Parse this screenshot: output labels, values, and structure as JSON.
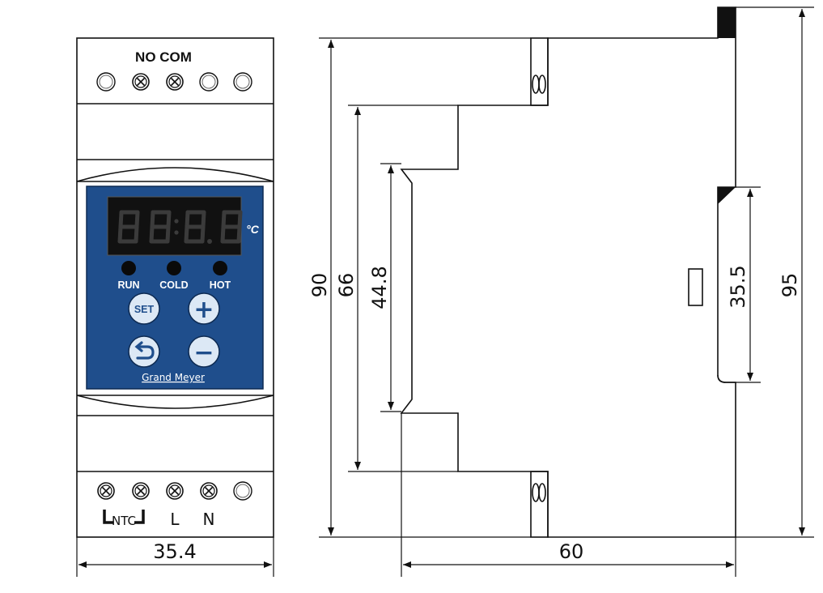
{
  "top_terminals": {
    "label": "NO COM"
  },
  "panel": {
    "display_digits": "88:8.8",
    "unit": "°C",
    "indicators": [
      {
        "label": "RUN"
      },
      {
        "label": "COLD"
      },
      {
        "label": "HOT"
      }
    ],
    "buttons": {
      "set": "SET",
      "plus": "+",
      "back_icon": "undo-arrow-icon",
      "minus": "−"
    },
    "brand": "Grand Meyer"
  },
  "bottom_terminals": {
    "ntc": "NTC",
    "l": "L",
    "n": "N"
  },
  "dimensions": {
    "width_front": "35.4",
    "height_body": "90",
    "height_rail_step": "66",
    "height_clip": "44.8",
    "depth": "60",
    "rail": "35.5",
    "height_total": "95"
  },
  "colors": {
    "panel_blue": "#1f4e8c",
    "display_bg": "#111111",
    "button_fill": "#dce8f5",
    "line": "#111111"
  }
}
